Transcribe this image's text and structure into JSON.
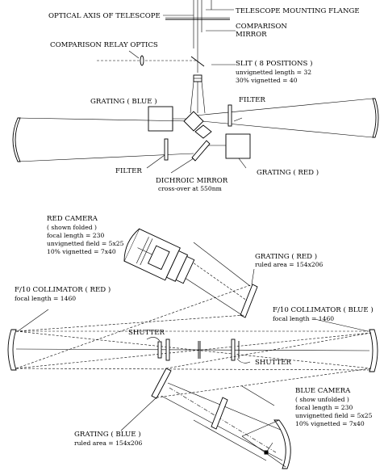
{
  "labels": {
    "optical_axis": "OPTICAL AXIS OF TELESCOPE",
    "mounting_flange": "TELESCOPE MOUNTING FLANGE",
    "comparison_mirror_1": "COMPARISON",
    "comparison_mirror_2": "MIRROR",
    "comparison_relay": "COMPARISON RELAY OPTICS",
    "slit_title": "SLIT ( 8 POSITIONS )",
    "slit_unvignetted": "unvignetted length = 32",
    "slit_vignetted": "30% vignetted = 40",
    "grating_blue_top": "GRATING ( BLUE )",
    "filter_top": "FILTER",
    "filter_bottom": "FILTER",
    "grating_red_top": "GRATING ( RED )",
    "dichroic": "DICHROIC MIRROR",
    "crossover": "cross-over at 550nm",
    "red_camera": {
      "title": "RED CAMERA",
      "sub": "( shown folded )",
      "focal": "focal length = 230",
      "field": "unvignetted field = 5x25",
      "vig": "10% vignetted = 7x40"
    },
    "grating_red": {
      "title": "GRATING ( RED )",
      "area": "ruled area = 154x206"
    },
    "collimator_red": {
      "title": "F/10 COLLIMATOR ( RED )",
      "focal": "focal length = 1460"
    },
    "collimator_blue": {
      "title": "F/10 COLLIMATOR ( BLUE )",
      "focal": "focal length = 1460"
    },
    "shutter_left": "SHUTTER",
    "shutter_right": "SHUTTER",
    "blue_camera": {
      "title": "BLUE CAMERA",
      "sub": "( show unfolded )",
      "focal": "focal length = 230",
      "field": "unvignetted field = 5x25",
      "vig": "10% vignetted = 7x40"
    },
    "grating_blue": {
      "title": "GRATING ( BLUE )",
      "area": "ruled area = 154x206"
    }
  }
}
